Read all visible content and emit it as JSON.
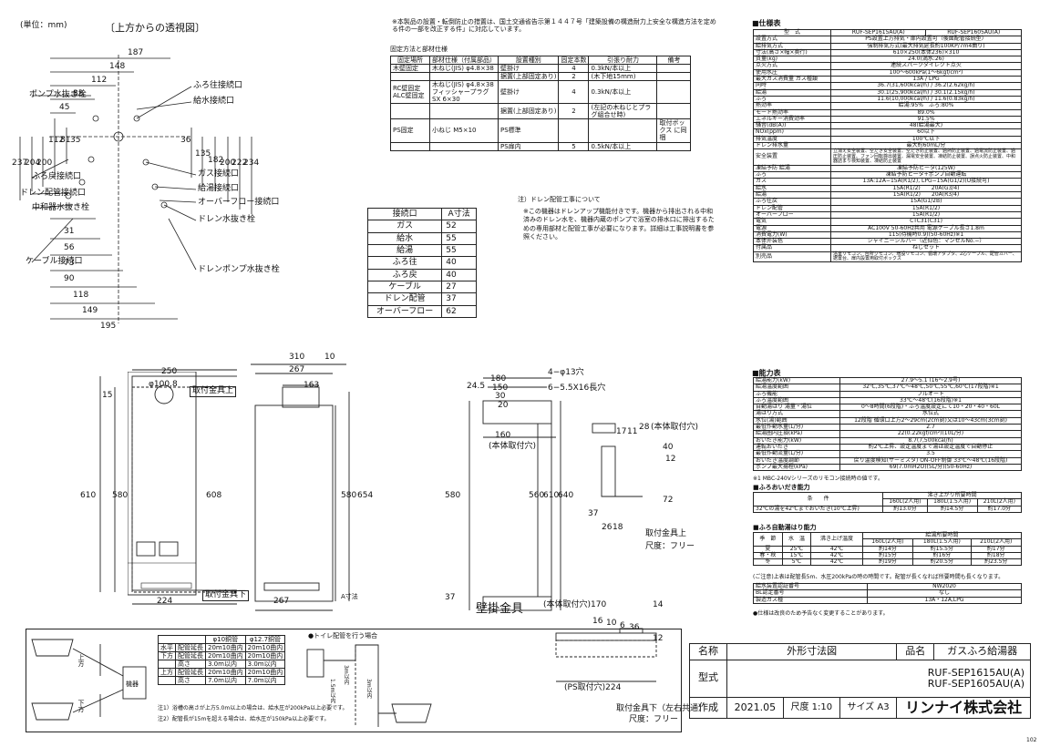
{
  "unit_label": "(単位：mm)",
  "top_view_title": "〔上方からの透視図〕",
  "top_dims": [
    "187",
    "148",
    "112",
    "83",
    "45"
  ],
  "left_dims": [
    "112",
    "81",
    "35",
    "237",
    "204",
    "200"
  ],
  "right_dims": [
    "36",
    "135",
    "182",
    "200",
    "222",
    "234"
  ],
  "bottom_dims": [
    "31",
    "56",
    "73",
    "90",
    "118",
    "149",
    "195"
  ],
  "top_labels": {
    "furo_in": "ふろ往接続口",
    "water": "給水接続口",
    "pump": "ポンプ水抜き栓",
    "furo_out": "ふろ戻接続口",
    "gas": "ガス接続口",
    "drain_pipe": "ドレン配管接続口",
    "hot": "給湯接続口",
    "mid": "中和器水抜き栓",
    "overflow": "オーバーフロー接続口",
    "drain_plug": "ドレン水抜き栓",
    "cable": "ケーブル接続口",
    "drain_pump": "ドレンポンプ水抜き栓"
  },
  "notice": "※本製品の設置・転倒防止の措置は、国土交通省告示第１４４７号「建築設備の構造耐力上安全な構造方法を定める件の一部を改正する件」に対応しています。",
  "fix_title": "固定方法と部材仕様",
  "fix_table": {
    "headers": [
      "固定場所",
      "部材仕様（付属部品）",
      "設置種別",
      "固定本数",
      "引張り耐力",
      "備考"
    ],
    "rows": [
      [
        "木壁固定",
        "木ねじ(JIS) φ4.8×38",
        "壁掛け",
        "4",
        "0.3kN/本以上",
        ""
      ],
      [
        "",
        "",
        "据置(上部固定あり)",
        "2",
        "(木下地15mm)",
        ""
      ],
      [
        "RC壁固定 ALC壁固定",
        "木ねじ(JIS) φ4.8×38 フィッシャープラグSX 6×30",
        "壁掛け",
        "4",
        "0.3kN/本以上",
        ""
      ],
      [
        "",
        "",
        "据置(上部固定あり)",
        "2",
        "(左記の木ねじとプラグ組合せ時)",
        ""
      ],
      [
        "PS固定",
        "小ねじ M5×10",
        "PS標準",
        "",
        "",
        "取付ボックス に同梱"
      ],
      [
        "",
        "",
        "PS扉内",
        "5",
        "0.5kN/本以上",
        ""
      ]
    ]
  },
  "conn_table": {
    "headers": [
      "接続口",
      "A寸法"
    ],
    "rows": [
      [
        "ガス",
        "52"
      ],
      [
        "給水",
        "55"
      ],
      [
        "給湯",
        "55"
      ],
      [
        "ふろ往",
        "40"
      ],
      [
        "ふろ戻",
        "40"
      ],
      [
        "ケーブル",
        "27"
      ],
      [
        "ドレン配管",
        "37"
      ],
      [
        "オーバーフロー",
        "62"
      ]
    ]
  },
  "drain_note": {
    "title": "注）ドレン配管工事について",
    "body": "※この機器はドレンアップ機能付きです。機器から排出される中和済みのドレン水を、機器内蔵のポンプで浴室の排水口に排出するための専用部材と配管工事が必要になります。詳細は工事説明書を参照ください。"
  },
  "spec": {
    "title": "■仕様表",
    "model_label": "型　式",
    "models": [
      "RUF-SEP1615AU(A)",
      "RUF-SEP1605AU(A)"
    ],
    "rows": [
      [
        "設置方式",
        "PS設置上方排気・扉内設置可（後面配管接続型）"
      ],
      [
        "給排気方式",
        "強制排気方式(最大排気延長約100KP/7m4曲り)"
      ],
      [
        "寸法(高さ×幅×奥行)",
        "610×250(本体236)×310"
      ],
      [
        "質量(kg)",
        "24.0(満水:26)"
      ],
      [
        "点火方式",
        "連続スパークダイレクト点火"
      ],
      [
        "使用水圧",
        "100〜600kPa(1〜6kgf/cm²)"
      ],
      [
        "最大ガス消費量 ガス種類",
        "13A / LPG"
      ],
      [
        "同時",
        "36.7(31,600kcal/h) / 36.2(2.62kg/h)"
      ],
      [
        "給湯",
        "30.1(25,900kcal/h) / 30.1(2.15kg/h)"
      ],
      [
        "ふろ",
        "11.6(10,000kcal/h) / 11.6(0.83kg/h)"
      ],
      [
        "熱効率",
        "給湯:95%　ふろ:80%"
      ],
      [
        "モード熱効率",
        "89.0%"
      ],
      [
        "エネルギー消費効率",
        "91.5%"
      ],
      [
        "騒音(dB(A))",
        "48(給湯最大)"
      ],
      [
        "NOx(ppm)",
        "60以下"
      ],
      [
        "排気温度",
        "100℃以下"
      ],
      [
        "ドレン排水量",
        "最大約60mL/分"
      ],
      [
        "安全装置",
        "立消え安全装置、空だき安全装置、空だき防止装置、過熱防止装置、過電流防止装置、過圧防止装置、ファン回転検出装置、漏電安全装置、凍結防止装置、誤点火防止装置、中和器詰まり検知装置、凍結防止装置"
      ],
      [
        "凍結予防 給湯",
        "凍結予防ヒータ(125W)"
      ],
      [
        "ふろ",
        "凍結予防ヒータ+ポンプ自動運転"
      ],
      [
        "ガス",
        "13A:12A−15A(R1/2), LPG−15A(G1/2)(U接続可)"
      ],
      [
        "給水",
        "15A(R1/2)　　20A(G3/4)"
      ],
      [
        "給湯",
        "15A(R1/2)　　20A(R3/4)"
      ],
      [
        "ふろ往戻",
        "15A(G1/2B)"
      ],
      [
        "ドレン配管",
        "15A(R1/2)"
      ],
      [
        "オーバーフロー",
        "15A(R1/2)"
      ],
      [
        "電気",
        "CTC31(C31)"
      ],
      [
        "電源",
        "AC100V 50-60Hz共用 電源ケーブル長さ1.8m"
      ],
      [
        "消費電力(W)",
        "115(待機時0.9)(50-60Hz)※1"
      ],
      [
        "本体外装色",
        "シャイニーシルバー（近似色：マンセルNo.−）"
      ],
      [
        "付属品",
        "ねじセット"
      ],
      [
        "別売品",
        "浴室リモコン、台所リモコン、増設リモコン、循環アダプタ、2芯ケーブル、配管カバー、据置台、扉内設置用取付ボックス"
      ]
    ]
  },
  "capacity": {
    "title": "■能力表",
    "rows": [
      [
        "給湯能力(kW)",
        "27.9〜5.1 (16〜2.9号)"
      ],
      [
        "給湯温度範囲",
        "32℃,35℃,37℃〜48℃,50℃,55℃,60℃(17段階)※1"
      ],
      [
        "ふろ機能",
        "フルオート"
      ],
      [
        "ふろ温度範囲",
        "33℃〜48℃(16段階)※1"
      ],
      [
        "自動湯はり 湯量・湯位",
        "0〜8時間(6段階)・ふろ温度設定にて10・20・40・60L"
      ],
      [
        "湯はり方式",
        "水位式"
      ],
      [
        "水位(湯)範囲",
        "12段階 循環口上方2〜29cm(2cm刻)又は10〜43cm(3cm刻)"
      ],
      [
        "最低作動水量(L/分)",
        "2.7"
      ],
      [
        "給湯圏内圧損(kPa)",
        "22(0.22kgf/cm²)(10L/分)"
      ],
      [
        "おいだき能力(kW)",
        "8.7(7,500kcal/h)"
      ],
      [
        "運転おいだき",
        "約2℃上昇、設定温度まで湯は設定温度で自動停止"
      ],
      [
        "最低作動流量(L/分)",
        "3.5"
      ],
      [
        "おいだき温度調節",
        "戻り温度検知(サーミスタ) ON-OFF制御 33℃〜48℃(16段階)"
      ],
      [
        "ポンプ最大揚程(kPa)",
        "69(7.0mH2O)(5L/分)(50-60Hz)"
      ]
    ],
    "note": "※1 MBC-240Vシリーズのリモコン接続時の値です。"
  },
  "oidaki": {
    "title": "■ふろおいだき能力",
    "cond_header": "条　　件",
    "time_header": "沸き上がり所要時間",
    "cols": [
      "160L(2人用)",
      "180L(1.5人用)",
      "210L(2人用)"
    ],
    "row_label": "32℃の湯を42℃までおいだき(10℃上昇)",
    "values": [
      "約13.0分",
      "約14.5分",
      "約17.0分"
    ]
  },
  "auto_fill": {
    "title": "■ふろ自動湯はり能力",
    "headers": [
      "季　節",
      "水　温",
      "沸き上げ温度",
      "給湯所要時間"
    ],
    "cols": [
      "160L(2人用)",
      "180L(1.5人用)",
      "210L(2人用)"
    ],
    "rows": [
      [
        "夏",
        "25℃",
        "42℃",
        "約14分",
        "約15.5分",
        "約17分"
      ],
      [
        "春・秋",
        "15℃",
        "42℃",
        "約15分",
        "約16分",
        "約18分"
      ],
      [
        "冬",
        "5℃",
        "42℃",
        "約19分",
        "約20.5分",
        "約23.5分"
      ]
    ],
    "note": "(ご注意)上表は配管長5m、水圧200kPaの時の時間です。配管が長くなれば所要時間も長くなります。"
  },
  "reg": {
    "rows": [
      [
        "給水装置認証番号",
        "NW2020"
      ],
      [
        "BL認定番号",
        "なし"
      ],
      [
        "製造ガス種",
        "13A・12A,LPG"
      ]
    ],
    "note": "●仕様は改良のため予告なく変更することがあります。"
  },
  "front_view": {
    "w_top": "250",
    "pipe": "φ100.8",
    "bracket_top": "取付金具上",
    "dim_15": "15",
    "h610": "610",
    "h580": "580",
    "h608": "608",
    "w224": "224",
    "bracket_bottom": "取付金具下"
  },
  "side_view": {
    "w310": "310",
    "w267": "267",
    "w163": "163",
    "d10": "10",
    "h580": "580",
    "h654": "654",
    "w267b": "267",
    "a_dim": "A寸法"
  },
  "bracket_view": {
    "w180": "180",
    "w150": "150",
    "w30": "30",
    "w20": "20",
    "d24": "24.5",
    "hole1": "4−φ13穴",
    "hole2": "6−5.5X16長穴",
    "w160": "160",
    "mount_hole": "(本体取付穴)",
    "h580": "580",
    "h560": "560",
    "h610": "610",
    "h640": "640",
    "d28": "28",
    "mount_hole2": "(本体取付穴)",
    "d40": "40",
    "d12": "12",
    "d72": "72",
    "label": "壁掛金具",
    "mount_hole3": "(本体取付穴)170",
    "d14": "14",
    "upper_bracket": "取付金具上",
    "scale1": "尺度：フリー",
    "ps_hole": "(PS取付穴)224",
    "lower_bracket": "取付金具下（左右共通）",
    "scale2": "尺度：フリー",
    "d16": "16",
    "d10": "10",
    "d6": "6",
    "d36": "36",
    "d12b": "12",
    "d17": "17",
    "d11": "11",
    "d37": "37",
    "d26": "26",
    "d18": "18",
    "d37b": "37"
  },
  "bottom_left": {
    "cols": [
      "φ10銅管",
      "φ12.7銅管"
    ],
    "rows": [
      [
        "水平",
        "配管延長",
        "20m10曲内",
        "20m10曲内"
      ],
      [
        "下方",
        "配管延長",
        "20m10曲内",
        "20m10曲内"
      ],
      [
        "",
        "高さ",
        "3.0m以内",
        "3.0m以内"
      ],
      [
        "上方",
        "配管延長",
        "20m10曲内",
        "20m10曲内"
      ],
      [
        "",
        "高さ",
        "7.0m以内",
        "7.0m以内"
      ]
    ],
    "notes": [
      "注1）浴槽の高さが上方5.0m以上の場合は、給水圧が200kPa以上必要です。",
      "注2）配管長が15mを超える場合は、給水圧が150kPa以上必要です。"
    ],
    "up": "上方",
    "down": "下方",
    "unit": "機器",
    "trap_title": "●トイレ配管を行う場合",
    "h1": "1.5m以内",
    "h2": "3m以内",
    "h3": "3m以内"
  },
  "title_block": {
    "name_label": "名称",
    "name": "外形寸法図",
    "product_label": "品名",
    "product": "ガスふろ給湯器",
    "model_label": "型式",
    "models": [
      "RUF-SEP1615AU(A)",
      "RUF-SEP1605AU(A)"
    ],
    "made_label": "作成",
    "date": "2021.05",
    "scale_label": "尺度",
    "scale": "1:10",
    "size_label": "サイズ",
    "size": "A3",
    "company": "リンナイ株式会社",
    "page": "102"
  }
}
